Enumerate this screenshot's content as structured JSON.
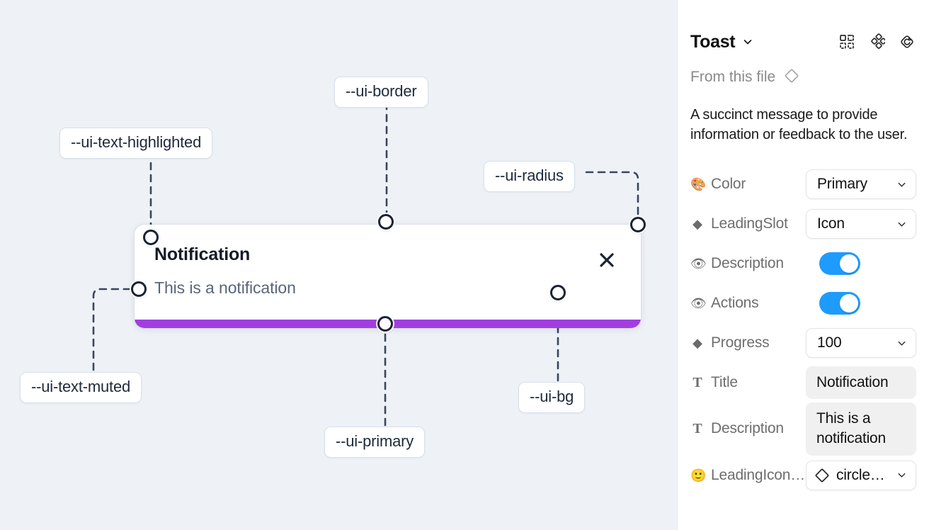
{
  "canvas": {
    "background_color": "#eef1f6",
    "toast": {
      "title": "Notification",
      "description": "This is a notification",
      "close_icon": "close-x-icon",
      "progress_color": "#a23ee0",
      "background_color": "#ffffff"
    },
    "tokens": [
      {
        "name": "ui-text-highlighted",
        "label": "--ui-text-highlighted"
      },
      {
        "name": "ui-border",
        "label": "--ui-border"
      },
      {
        "name": "ui-radius",
        "label": "--ui-radius"
      },
      {
        "name": "ui-text-muted",
        "label": "--ui-text-muted"
      },
      {
        "name": "ui-primary",
        "label": "--ui-primary"
      },
      {
        "name": "ui-bg",
        "label": "--ui-bg"
      }
    ]
  },
  "panel": {
    "title": "Toast",
    "title_caret_icon": "chevron-down-icon",
    "header_icons": [
      {
        "name": "component-set-icon"
      },
      {
        "name": "variants-icon"
      },
      {
        "name": "reset-instance-icon"
      }
    ],
    "from_file_label": "From this file",
    "from_file_icon": "diamond-icon",
    "description": "A succinct message to provide information or feedback to the user.",
    "properties": [
      {
        "icon": "palette-icon",
        "glyph": "🎨",
        "glyph_type": "emoji",
        "label": "Color",
        "control": "select",
        "value": "Primary"
      },
      {
        "icon": "diamond-icon",
        "glyph": "◆",
        "glyph_type": "diamond",
        "label": "LeadingSlot",
        "control": "select",
        "value": "Icon"
      },
      {
        "icon": "eye-icon",
        "glyph": "👁",
        "glyph_type": "emoji",
        "label": "Description",
        "control": "toggle",
        "value": "on"
      },
      {
        "icon": "eye-icon",
        "glyph": "👁",
        "glyph_type": "emoji",
        "label": "Actions",
        "control": "toggle",
        "value": "on"
      },
      {
        "icon": "diamond-icon",
        "glyph": "◆",
        "glyph_type": "diamond",
        "label": "Progress",
        "control": "select",
        "value": "100"
      },
      {
        "icon": "text-icon",
        "glyph": "T",
        "glyph_type": "tee",
        "label": "Title",
        "control": "text",
        "value": "Notification"
      },
      {
        "icon": "text-icon",
        "glyph": "T",
        "glyph_type": "tee",
        "label": "Description",
        "control": "text",
        "value": "This is a notification"
      },
      {
        "icon": "emoji-face-icon",
        "glyph": "🙂",
        "glyph_type": "emoji",
        "label": "LeadingIcon…",
        "control": "select-icon",
        "value": "circle…"
      }
    ],
    "toggle_on_color": "#1e9bff",
    "select_caret_icon": "chevron-down-icon"
  }
}
